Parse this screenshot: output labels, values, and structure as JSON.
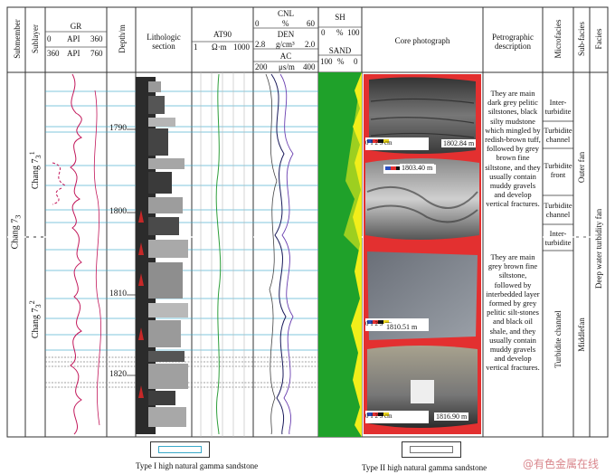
{
  "headers": {
    "submember": "Submember",
    "sublayer": "Sublayer",
    "gr_title": "GR",
    "gr_scale1_min": "0",
    "gr_scale1_unit": "API",
    "gr_scale1_max": "360",
    "gr_scale2_min": "360",
    "gr_scale2_unit": "API",
    "gr_scale2_max": "760",
    "depth": "Depth/m",
    "litho_line1": "Lithologic",
    "litho_line2": "section",
    "at90_title": "AT90",
    "at90_min": "1",
    "at90_unit": "Ω·m",
    "at90_max": "1000",
    "cnl_title": "CNL",
    "cnl_min": "0",
    "cnl_unit": "%",
    "cnl_max": "60",
    "den_title": "DEN",
    "den_min": "2.8",
    "den_unit": "g/cm³",
    "den_max": "2.0",
    "ac_title": "AC",
    "ac_min": "200",
    "ac_unit": "μs/m",
    "ac_max": "400",
    "sh_title": "SH",
    "sh_min": "0",
    "sh_unit": "%",
    "sh_max": "100",
    "sand_title": "SAND",
    "sand_min": "100",
    "sand_unit": "%",
    "sand_max": "0",
    "core": "Core photograph",
    "petro_line1": "Petrographic",
    "petro_line2": "description",
    "microfacies": "Microfacies",
    "subfacies": "Sub-facies",
    "facies": "Facies"
  },
  "submember_label": "Chang 7",
  "submember_sub": "3",
  "sublayer1_label": "Chang 7",
  "sublayer1_sub": "3",
  "sublayer1_sup": "1",
  "sublayer2_label": "Chang 7",
  "sublayer2_sub": "3",
  "sublayer2_sup": "2",
  "depths": [
    "1790",
    "1800",
    "1810",
    "1820"
  ],
  "core_labels": [
    "1802.84 m",
    "1803.40 m",
    "1810.51 m",
    "1816.90 m"
  ],
  "scale_label": "0  1  2  3  cm",
  "description_1": "They are main dark grey pelitic siltstones, black silty mudstone which mingled by redish-brown tuff, followed by grey brown fine siltstone, and they usually contain muddy gravels and develop vertical fractures.",
  "description_2": "They are main grey brown fine siltstone, followed by interbedded layer formed by grey pelitic silt-stones and black oil shale, and they usually contain muddy gravels and develop vertical fractures.",
  "microfacies": [
    "Inter-turbidite",
    "Turbidite channel",
    "Turbidite front",
    "Turbidite channel",
    "Inter-turbidite",
    "Turbidite channel"
  ],
  "subfacies": [
    "Outer fan",
    "Middlefan"
  ],
  "facies": "Deep water turbidity fan",
  "legend_type1": "Type I high natural gamma sandstone",
  "legend_type2": "Type II high natural gamma sandstone",
  "watermark": "@有色金属在线",
  "colors": {
    "type1_line": "#3aa9c9",
    "type2_line": "#777777",
    "gr_curve": "#c2185b",
    "sand_fill": "#1fa12a",
    "sh_fill": "#f2ee1a",
    "core_bg": "#e33030"
  }
}
